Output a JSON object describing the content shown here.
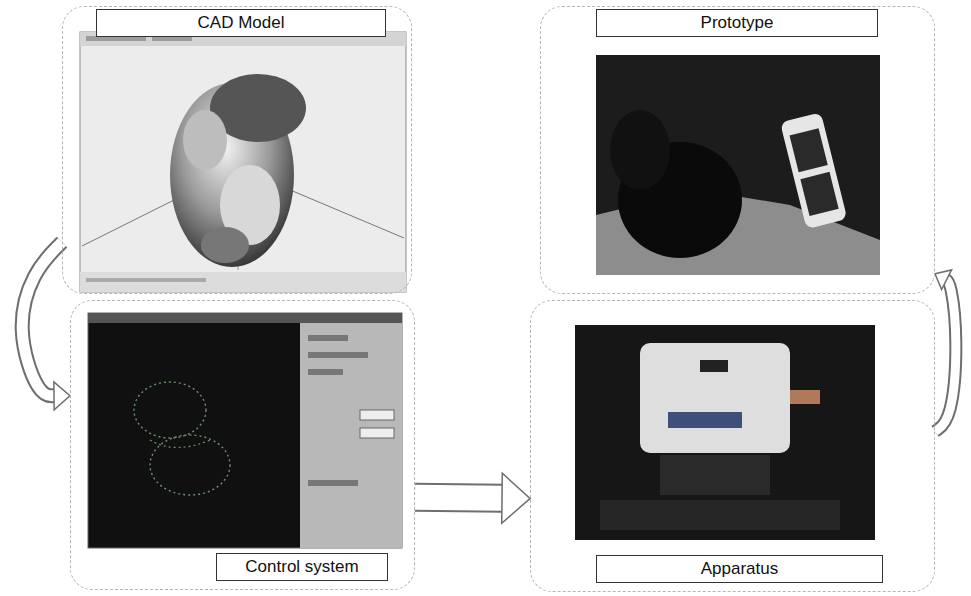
{
  "diagram": {
    "nodes": [
      {
        "text": [
          "CAD Model"
        ]
      },
      {
        "text": [
          "Prototype"
        ]
      },
      {
        "text": [
          "Control system"
        ]
      },
      {
        "text": [
          "Apparatus"
        ]
      }
    ],
    "edges": [
      {
        "from": 0,
        "to": 2,
        "arrow": "to"
      },
      {
        "from": 2,
        "to": 3,
        "arrow": "to"
      },
      {
        "from": 3,
        "to": 1,
        "arrow": "to"
      }
    ]
  }
}
